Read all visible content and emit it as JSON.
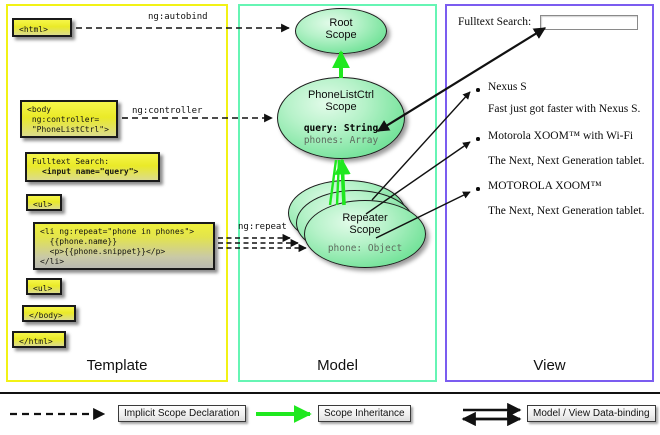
{
  "columns": [
    {
      "id": "template",
      "label": "Template",
      "color": "#f2f215"
    },
    {
      "id": "model",
      "label": "Model",
      "color": "#66f5b4"
    },
    {
      "id": "view",
      "label": "View",
      "color": "#7b5cf0"
    }
  ],
  "template": {
    "boxes": [
      {
        "name": "html-open-tag",
        "text": "<html>"
      },
      {
        "name": "body-open-tag",
        "text": "<body\n ng:controller=\n \"PhoneListCtrl\">"
      },
      {
        "name": "search-markup",
        "line1": "Fulltext Search:",
        "line2": "<input name=\"query\">"
      },
      {
        "name": "ul-open-tag",
        "text": "<ul>"
      },
      {
        "name": "li-repeat-markup",
        "text": "<li ng:repeat=\"phone in phones\">\n  {{phone.name}}\n  <p>{{phone.snippet}}</p>\n</li>"
      },
      {
        "name": "ul-close-tag",
        "text": "<ul>"
      },
      {
        "name": "body-close-tag",
        "text": "</body>"
      },
      {
        "name": "html-close-tag",
        "text": "</html>"
      }
    ]
  },
  "model": {
    "scopes": [
      {
        "name": "root-scope",
        "title_line1": "Root",
        "title_line2": "Scope",
        "props": []
      },
      {
        "name": "phonelistctrl-scope",
        "title_line1": "PhoneListCtrl",
        "title_line2": "Scope",
        "props": [
          {
            "text": "query: String",
            "style": "bold"
          },
          {
            "text": "phones: Array",
            "style": "dim"
          }
        ]
      },
      {
        "name": "repeater-scope",
        "title_line1": "Repeater",
        "title_line2": "Scope",
        "props": [
          {
            "text": "phone: Object",
            "style": "dim"
          }
        ]
      }
    ]
  },
  "view": {
    "search_label": "Fulltext Search:",
    "search_value": "",
    "search_placeholder": "",
    "items": [
      {
        "title": "Nexus S",
        "snippet": "Fast just got faster with Nexus S."
      },
      {
        "title": "Motorola XOOM™  with Wi-Fi",
        "snippet": "The Next, Next Generation tablet."
      },
      {
        "title": "MOTOROLA XOOM™",
        "snippet": "The Next, Next Generation tablet."
      }
    ]
  },
  "arrow_labels": {
    "autobind": "ng:autobind",
    "controller": "ng:controller",
    "repeat": "ng:repeat"
  },
  "legend": [
    {
      "name": "implicit-scope-declaration",
      "label": "Implicit Scope Declaration",
      "arrow": "dashed-black"
    },
    {
      "name": "scope-inheritance",
      "label": "Scope Inheritance",
      "arrow": "solid-green"
    },
    {
      "name": "model-view-data-binding",
      "label": "Model / View Data-binding",
      "arrow": "double-black"
    }
  ],
  "colors": {
    "template_border": "#f2f215",
    "model_border": "#66f5b4",
    "view_border": "#7b5cf0",
    "scope_green": "#76e39b",
    "code_yellow": "#eaea28",
    "inheritance_green": "#1fe81f"
  }
}
